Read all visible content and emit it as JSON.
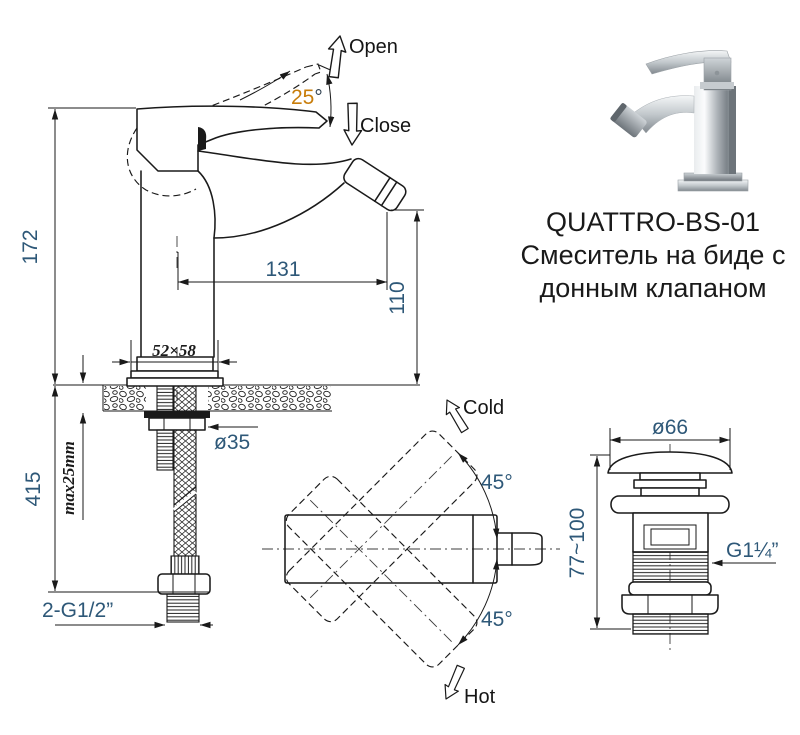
{
  "header": {
    "model": "QUATTRO-BS-01",
    "description_line1": "Смеситель на биде с",
    "description_line2": "донным клапаном"
  },
  "colors": {
    "line": "#1a1a1a",
    "dimension_text": "#2e5878",
    "angle_highlight": "#c87d0a"
  },
  "front_view": {
    "open_label": "Open",
    "close_label": "Close",
    "handle_angle_value": "25",
    "handle_angle_degree": "°",
    "total_height": "172",
    "spout_reach": "131",
    "spout_height": "110",
    "base_dimensions": "52×58",
    "mounting_hole_diameter": "ø35",
    "max_deck_thickness": "max25mm",
    "hose_length": "415",
    "hose_thread": "2-G1/2”"
  },
  "top_view": {
    "cold_label": "Cold",
    "hot_label": "Hot",
    "upper_rotation_angle": "45°",
    "lower_rotation_angle": "45°"
  },
  "drain_valve": {
    "cap_diameter": "ø66",
    "height_range": "77~100",
    "thread_size": "G1¼”"
  }
}
